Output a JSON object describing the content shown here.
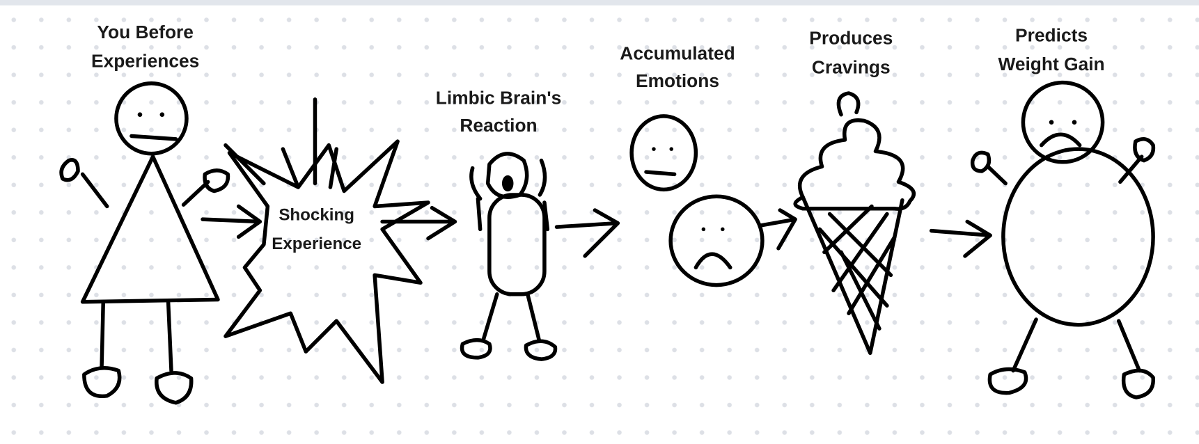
{
  "diagram": {
    "stages": [
      {
        "label_line1": "You Before",
        "label_line2": "Experiences"
      },
      {
        "label_line1": "Shocking",
        "label_line2": "Experience"
      },
      {
        "label_line1": "Limbic Brain's",
        "label_line2": "Reaction"
      },
      {
        "label_line1": "Accumulated",
        "label_line2": "Emotions"
      },
      {
        "label_line1": "Produces",
        "label_line2": "Cravings"
      },
      {
        "label_line1": "Predicts",
        "label_line2": "Weight Gain"
      }
    ],
    "colors": {
      "ink": "#000000",
      "dots": "#dde0e6",
      "top_band": "#e2e6ec",
      "background": "#ffffff"
    }
  }
}
